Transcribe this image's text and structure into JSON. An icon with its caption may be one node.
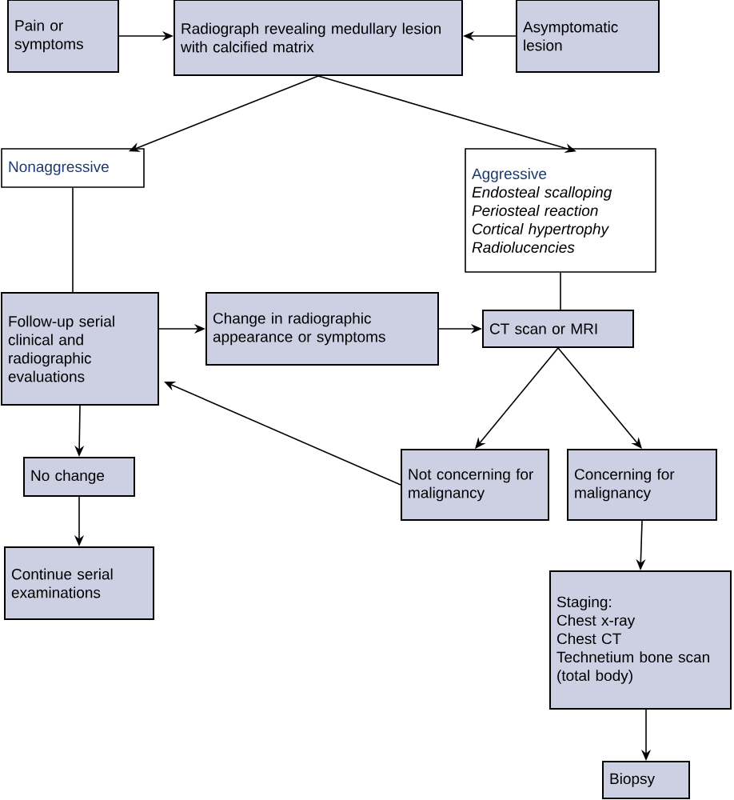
{
  "diagram": {
    "nodes": [
      {
        "text": [
          "Pain or symptoms"
        ]
      },
      {
        "text": [
          "Radiograph revealing medullary lesion with calcified matrix"
        ]
      },
      {
        "text": [
          "Asymptomatic lesion"
        ]
      },
      {
        "text": [
          "Nonaggressive"
        ]
      },
      {
        "text": [
          "Aggressive",
          "Endosteal scalloping",
          "Periosteal reaction",
          "Cortical hypertrophy",
          "Radiolucencies"
        ]
      },
      {
        "text": [
          "Follow-up serial clinical and radiographic evaluations"
        ]
      },
      {
        "text": [
          "Change in radiographic appearance or symptoms"
        ]
      },
      {
        "text": [
          "CT scan or MRI"
        ]
      },
      {
        "text": [
          "No change"
        ]
      },
      {
        "text": [
          "Continue serial examinations"
        ]
      },
      {
        "text": [
          "Not concerning for malignancy"
        ]
      },
      {
        "text": [
          "Concerning for malignancy"
        ]
      },
      {
        "text": [
          "Staging:",
          "Chest x-ray",
          "Chest CT",
          "Technetium bone scan (total body)"
        ]
      },
      {
        "text": [
          "Biopsy"
        ]
      }
    ],
    "edges": [
      {
        "from": 0,
        "to": 1,
        "arrow": "to"
      },
      {
        "from": 2,
        "to": 1,
        "arrow": "to"
      },
      {
        "from": 1,
        "to": 3,
        "arrow": "to"
      },
      {
        "from": 1,
        "to": 4,
        "arrow": "to"
      },
      {
        "from": 3,
        "to": 5,
        "arrow": "none"
      },
      {
        "from": 4,
        "to": 7,
        "arrow": "none"
      },
      {
        "from": 5,
        "to": 6,
        "arrow": "to"
      },
      {
        "from": 6,
        "to": 7,
        "arrow": "to"
      },
      {
        "from": 7,
        "to": 10,
        "arrow": "to"
      },
      {
        "from": 7,
        "to": 11,
        "arrow": "to"
      },
      {
        "from": 10,
        "to": 5,
        "arrow": "to"
      },
      {
        "from": 5,
        "to": 8,
        "arrow": "to"
      },
      {
        "from": 8,
        "to": 9,
        "arrow": "to"
      },
      {
        "from": 11,
        "to": 12,
        "arrow": "to"
      },
      {
        "from": 12,
        "to": 13,
        "arrow": "to"
      }
    ]
  }
}
